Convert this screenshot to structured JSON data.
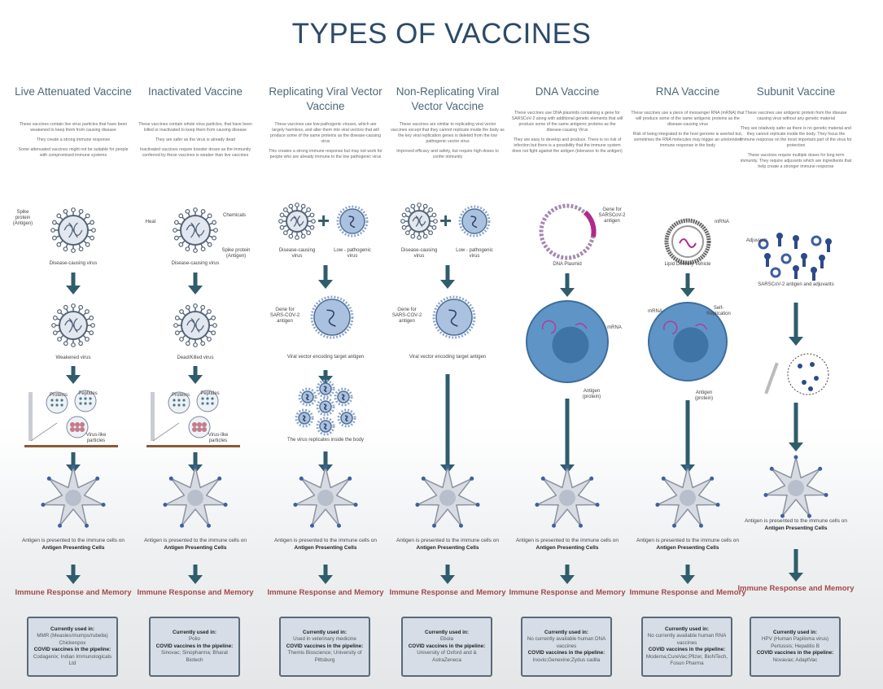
{
  "title": "TYPES OF VACCINES",
  "colors": {
    "title": "#2d4a68",
    "arrow": "#2f5d6b",
    "immune_text": "#a34a4a",
    "box_fill": "#d6dde6",
    "virus": "#6d7fa0",
    "cell": "#4f86b8"
  },
  "apc_caption": {
    "pre": "Antigen is presented to the immune cells on",
    "bold": "Antigen Presenting Cells"
  },
  "immune_label": "Immune Response and Memory",
  "box_heading_1": "Currently used in:",
  "box_heading_2": "COVID vaccines in the pipeline:",
  "columns": [
    {
      "title": "Live Attenuated Vaccine",
      "desc": [
        "These vaccines contain live virus particles that have been weakened to keep them from causing disease",
        "They create a strong immune response",
        "Some attenuated vaccines might not be suitable for people with compromised immune systems"
      ],
      "labels": [
        "Spike protein (Antigen)",
        "Disease-causing virus",
        "Weakened virus",
        "Proteins",
        "Peptides",
        "Virus-like particles"
      ],
      "used_in": [
        "MMR (Measles/mumps/rubella)",
        "Chickenpox"
      ],
      "pipeline": "Codagenix; Indian Immunologicals Ltd"
    },
    {
      "title": "Inactivated Vaccine",
      "desc": [
        "These vaccines contain whole virus particles, that have been killed or inactivated to keep them from causing disease",
        "They are safer as the virus is already dead",
        "Inactivated vaccines require booster doses as the immunity conferred by these vaccines is weaker than live vaccines"
      ],
      "labels": [
        "Heat",
        "Chemicals",
        "Spike protein (Antigen)",
        "Disease-causing virus",
        "Dead/Killed virus",
        "Proteins",
        "Peptides",
        "Virus-like particles"
      ],
      "used_in": [
        "Polio"
      ],
      "pipeline": "Sinovac; Sinopharma; Bharat Biotech"
    },
    {
      "title": "Replicating Viral Vector Vaccine",
      "desc": [
        "These vaccines use low-pathogenic viruses, which are largely harmless, and alter them into viral vectors that will produce some of the same proteins as the disease-causing virus",
        "This creates a strong immune response but may not work for people who are already immune to the low pathogenic virus"
      ],
      "labels": [
        "Disease-causing virus",
        "Low - pathogenic virus",
        "Gene for SARS-COV-2 antigen",
        "Viral vector encoding target antigen",
        "The virus replicates inside the body"
      ],
      "used_in": [
        "Used in veterinary medicine"
      ],
      "pipeline": "Themis Bioscience; University of Pittsburg"
    },
    {
      "title": "Non-Replicating Viral Vector Vaccine",
      "desc": [
        "These vaccines are similar to replicating viral vector vaccines except that they cannot replicate inside the body as the key viral replication genes is deleted from the low pathogenic vector virus",
        "Improved efficacy and safety, but require high doses to confer immunity"
      ],
      "labels": [
        "Disease-causing virus",
        "Low - pathogenic virus",
        "Gene for SARS-COV-2 antigen",
        "Viral vector encoding target antigen"
      ],
      "used_in": [
        "Ebola"
      ],
      "pipeline": "University of Oxford and & AstraZeneca"
    },
    {
      "title": "DNA Vaccine",
      "desc": [
        "These vaccines use DNA plasmids containing a gene for SARSCoV-2 along with additional genetic elements that will produce some of the same antigenic proteins as the disease-causing Virus",
        "They are easy to develop and produce. There is no risk of infection but there is a possibility that the immune system does not fight against the antigen (tolerance to the antigen)"
      ],
      "labels": [
        "Gene for SARSCoV-2 antigen",
        "DNA Plasmid",
        "mRNA",
        "Antigen (protein)"
      ],
      "used_in": [
        "No currently available human DNA vaccines"
      ],
      "pipeline": "Inovio;Genexine;Zydus cadila"
    },
    {
      "title": "RNA Vaccine",
      "desc": [
        "These vaccines use a piece of messenger RNA (mRNA) that will produce some of the same antigenic proteins as the disease-causing virus",
        "Risk of being integrated to the host genome is averted but, sometimes the RNA molecules may trigger an unintended immune response in the body"
      ],
      "labels": [
        "mRNA",
        "Lipid Delivery Vehicle",
        "mRNA",
        "Self-Replication",
        "Antigen (protein)"
      ],
      "used_in": [
        "No currently available human RNA vaccines"
      ],
      "pipeline": "Moderna;CureVac;Pfizer, BioNTech, Fosun Pharma"
    },
    {
      "title": "Subunit Vaccine",
      "desc": [
        "These vaccines use antigenic protein from the disease causing virus without any genetic material",
        "They are relatively safer as there is no genetic material and they cannot replicate inside the body. They focus the immune response on the most important part of the virus for protection",
        "These vaccines require multiple doses for long term immunity. They require adjuvants which are ingredients that help create a stronger immune response"
      ],
      "labels": [
        "Adjuvants",
        "SARSCoV-2 antigen and adjuvants"
      ],
      "used_in": [
        "HPV (Human Papiloma virus)",
        "Pertussis; Hepatitis B"
      ],
      "pipeline": "Novavax; AdaptVac"
    }
  ]
}
